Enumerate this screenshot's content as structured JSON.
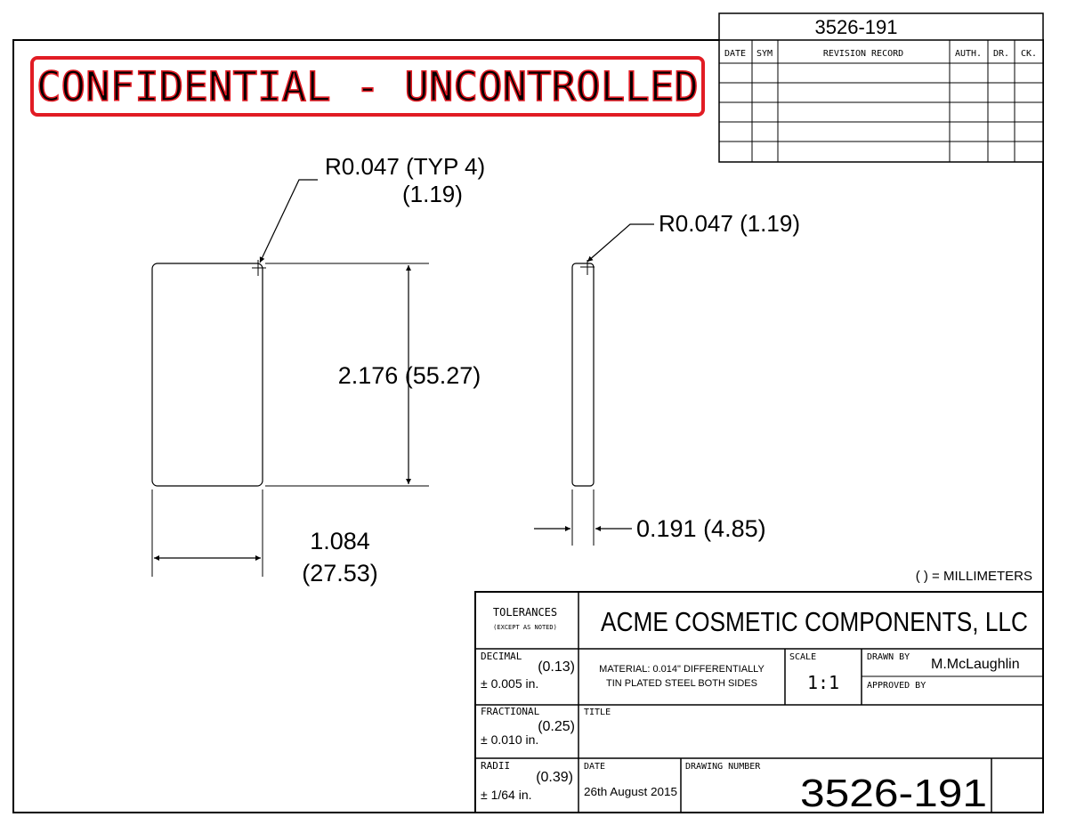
{
  "drawing_number_top": "3526-191",
  "revision_table": {
    "headers": [
      "DATE",
      "SYM",
      "REVISION RECORD",
      "AUTH.",
      "DR.",
      "CK."
    ]
  },
  "stamp": {
    "text": "CONFIDENTIAL - UNCONTROLLED",
    "color": "#e11c24"
  },
  "dimensions": {
    "radius_front_in": "R0.047 (TYP 4)",
    "radius_front_mm": "(1.19)",
    "radius_side": "R0.047 (1.19)",
    "height": "2.176 (55.27)",
    "width_in": "1.084",
    "width_mm": "(27.53)",
    "thickness": "0.191 (4.85)"
  },
  "units_note": "( ) = MILLIMETERS",
  "title_block": {
    "tolerances_label": "TOLERANCES",
    "tolerances_sub": "(EXCEPT AS NOTED)",
    "company": "ACME COSMETIC COMPONENTS, LLC",
    "decimal_label": "DECIMAL",
    "decimal_mm": "(0.13)",
    "decimal_in": "± 0.005 in.",
    "material_line1": "MATERIAL: 0.014\" DIFFERENTIALLY",
    "material_line2": "TIN PLATED STEEL BOTH SIDES",
    "scale_label": "SCALE",
    "scale_value": "1:1",
    "drawn_by_label": "DRAWN BY",
    "drawn_by_value": "M.McLaughlin",
    "approved_by_label": "APPROVED BY",
    "fractional_label": "FRACTIONAL",
    "fractional_mm": "(0.25)",
    "fractional_in": "± 0.010 in.",
    "title_label": "TITLE",
    "radii_label": "RADII",
    "radii_mm": "(0.39)",
    "radii_in": "± 1/64 in.",
    "date_label": "DATE",
    "date_value": "26th August 2015",
    "drawing_number_label": "DRAWING NUMBER",
    "drawing_number": "3526-191"
  }
}
